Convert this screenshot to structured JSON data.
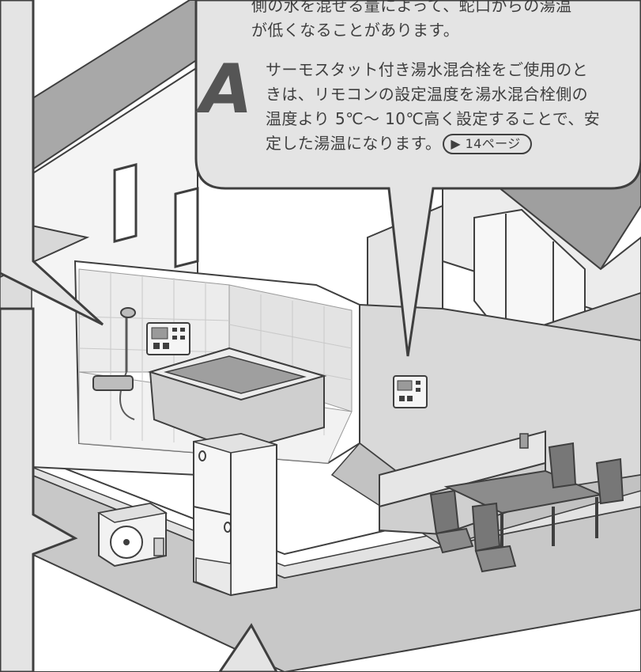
{
  "callout": {
    "top_partial_lines": [
      "側の水を混ぜる量によって、蛇口からの湯温",
      "が低くなることがあります。"
    ],
    "answer_marker": "A",
    "answer_lines": [
      "サーモスタット付き湯水混合栓をご使用のと",
      "きは、リモコンの設定温度を湯水混合栓側の",
      "温度より 5℃～ 10℃高く設定することで、安",
      "定した湯温になります。"
    ],
    "page_reference": "▶ 14ページ"
  },
  "illustration": {
    "icons": [
      "house-icon",
      "bathtub-icon",
      "shower-icon",
      "remote-controller-icon",
      "heat-pump-unit-icon",
      "storage-tank-icon",
      "dining-table-icon",
      "chair-icon",
      "kitchen-counter-icon"
    ],
    "colors": {
      "outline": "#3f3f3f",
      "roof": "#a7a7a7",
      "wall_shadow": "#d4d4d4",
      "floor": "#bdbdbd",
      "tile": "#e6e6e6"
    }
  }
}
